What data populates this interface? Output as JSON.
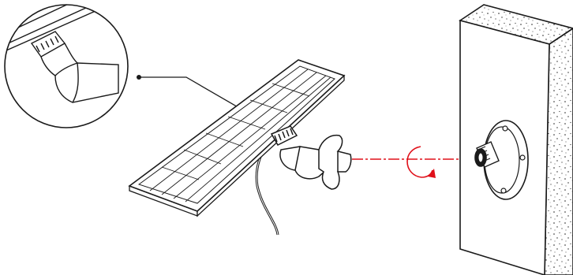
{
  "diagram": {
    "colors": {
      "line": "#1a1a1a",
      "guide": "#e0101a",
      "background": "#ffffff"
    },
    "icons": [
      "magnifier-callout",
      "solar-panel",
      "mounting-bracket",
      "rotation-arrow",
      "wall-mount-socket",
      "wall"
    ]
  }
}
